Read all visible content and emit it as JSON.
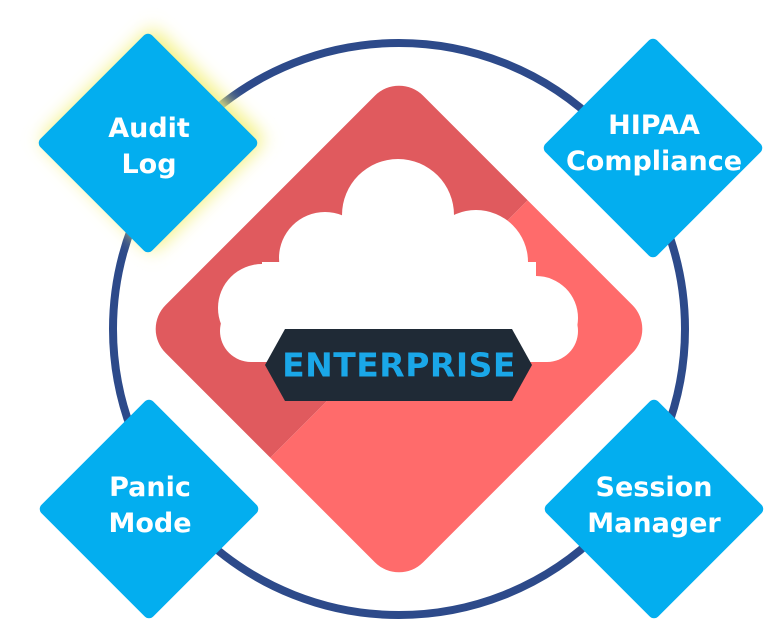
{
  "center": {
    "label": "ENTERPRISE",
    "cloud_icon": "cloud-icon"
  },
  "features": [
    {
      "id": "audit-log",
      "lines": [
        "Audit",
        "Log"
      ],
      "highlighted": true
    },
    {
      "id": "hipaa-compliance",
      "lines": [
        "HIPAA",
        "Compliance"
      ],
      "highlighted": false
    },
    {
      "id": "panic-mode",
      "lines": [
        "Panic",
        "Mode"
      ],
      "highlighted": false
    },
    {
      "id": "session-manager",
      "lines": [
        "Session",
        "Manager"
      ],
      "highlighted": false
    }
  ],
  "colors": {
    "ring": "#2d4a8a",
    "diamond_left": "#e05a5e",
    "diamond_right": "#ff6b6b",
    "feature_tile": "#03aeef",
    "feature_text": "#ffffff",
    "highlight_glow": "#f3f07a",
    "banner_bg": "#1f2a36",
    "banner_text": "#1aa7e8",
    "cloud": "#ffffff"
  }
}
